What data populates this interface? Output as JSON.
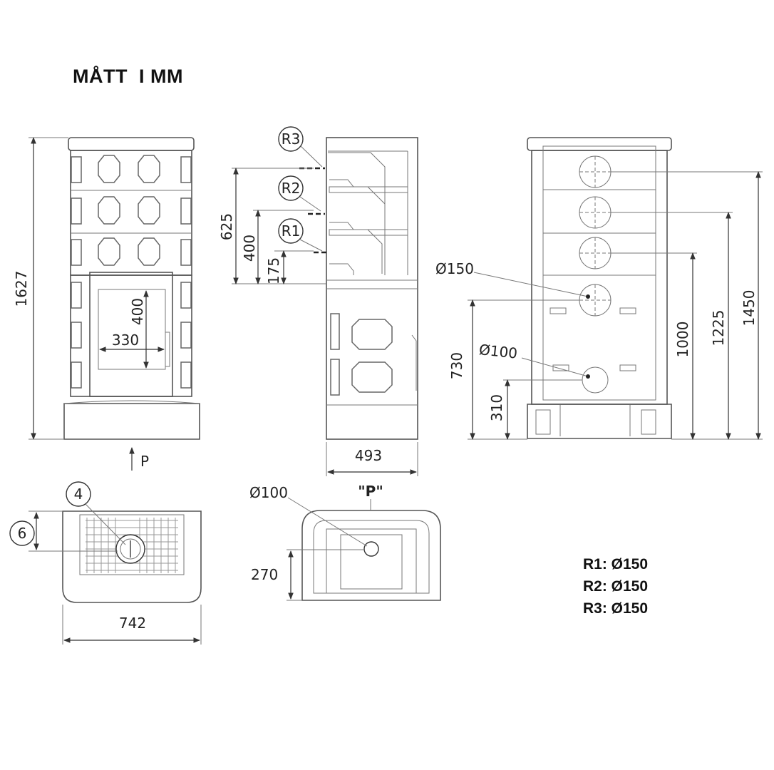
{
  "title": "MÅTT  I MM",
  "front_view": {
    "height": "1627",
    "door_height": "400",
    "door_width": "330",
    "view_arrow": "P"
  },
  "side_view": {
    "r3": "R3",
    "r2": "R2",
    "r1": "R1",
    "dim_625": "625",
    "dim_400": "400",
    "dim_175": "175",
    "depth": "493"
  },
  "rear_view": {
    "d150": "Ø150",
    "d100": "Ø100",
    "dim_1450": "1450",
    "dim_1225": "1225",
    "dim_1000": "1000",
    "dim_730": "730",
    "dim_310": "310"
  },
  "top_view": {
    "marker_4": "4",
    "marker_6": "6",
    "width": "742"
  },
  "bottom_view": {
    "d100": "Ø100",
    "view_label": "\"P\"",
    "dim_270": "270"
  },
  "legend": [
    "R1: Ø150",
    "R2: Ø150",
    "R3: Ø150"
  ]
}
